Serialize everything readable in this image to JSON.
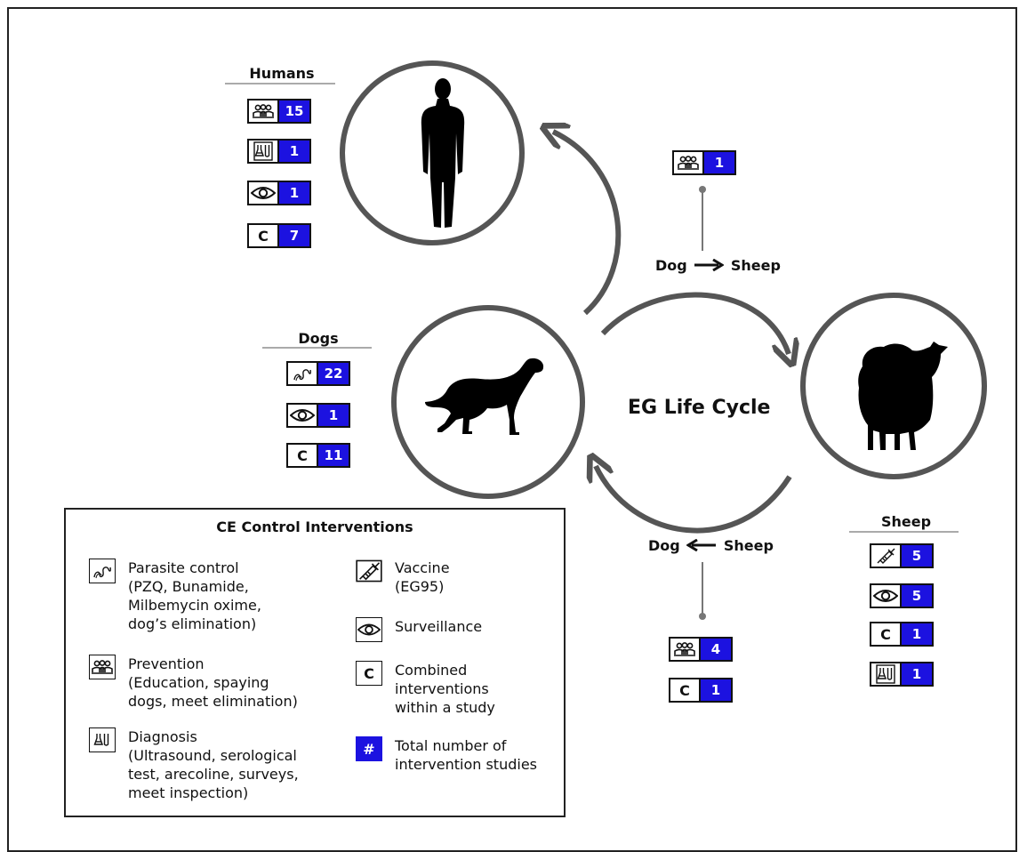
{
  "center_label": "EG Life Cycle",
  "groups": {
    "humans": {
      "title": "Humans",
      "counts": {
        "prevention": "15",
        "diagnosis": "1",
        "surveillance": "1",
        "combined": "7"
      }
    },
    "dogs": {
      "title": "Dogs",
      "counts": {
        "parasite": "22",
        "surveillance": "1",
        "combined": "11"
      }
    },
    "sheep": {
      "title": "Sheep",
      "counts": {
        "vaccine": "5",
        "surveillance": "5",
        "combined": "1",
        "diagnosis": "1"
      }
    }
  },
  "flows": {
    "dog_to_sheep": {
      "from": "Dog",
      "to": "Sheep",
      "counts": {
        "prevention": "1"
      }
    },
    "sheep_to_dog": {
      "from": "Dog",
      "to": "Sheep",
      "counts": {
        "prevention": "4",
        "combined": "1"
      }
    }
  },
  "legend": {
    "title": "CE Control Interventions",
    "items": {
      "parasite": {
        "name": "Parasite control",
        "desc": "(PZQ, Bunamide, Milbemycin oxime, dog’s elimination)"
      },
      "prevention": {
        "name": "Prevention",
        "desc": "(Education, spaying dogs, meet elimination)"
      },
      "diagnosis": {
        "name": "Diagnosis",
        "desc": "(Ultrasound, serological test, arecoline, surveys, meet inspection)"
      },
      "vaccine": {
        "name": "Vaccine",
        "desc": "(EG95)"
      },
      "surveillance": {
        "name": "Surveillance",
        "desc": ""
      },
      "combined": {
        "name": "Combined interventions within a study",
        "desc": ""
      },
      "total": {
        "name": "Total number of intervention studies",
        "desc": ""
      }
    },
    "combined_symbol": "C",
    "total_symbol": "#"
  },
  "colors": {
    "count_fill": "#1c12e0",
    "circle_stroke": "#555555",
    "silhouette": "#000000"
  },
  "icons": {
    "parasite": "worm-icon",
    "prevention": "people-icon",
    "diagnosis": "test-tubes-icon",
    "vaccine": "syringe-icon",
    "surveillance": "eye-icon",
    "combined": "letter-c-icon"
  }
}
